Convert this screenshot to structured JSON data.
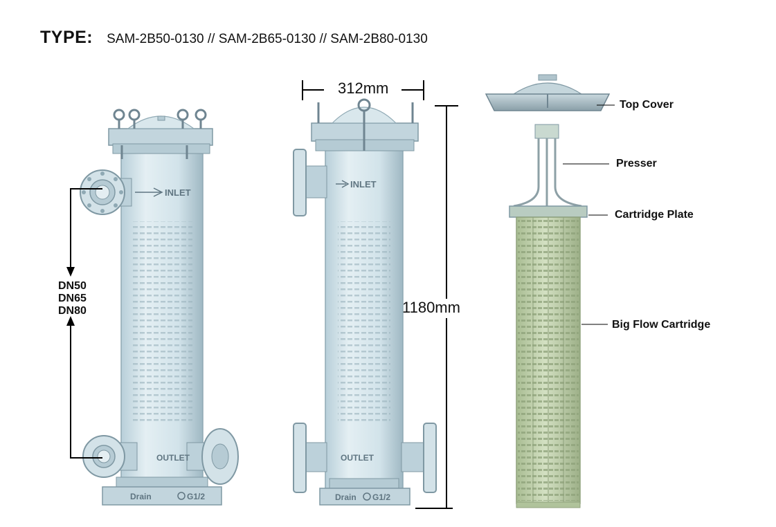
{
  "header": {
    "type_label": "TYPE:",
    "models": "SAM-2B50-0130  // SAM-2B65-0130 // SAM-2B80-0130"
  },
  "dimensions": {
    "width": "312mm",
    "height": "1180mm"
  },
  "connection_sizes": [
    "DN50",
    "DN65",
    "DN80"
  ],
  "housing_markings": {
    "inlet": "INLET",
    "outlet": "OUTLET",
    "drain": "Drain",
    "drain_thread": "G1/2"
  },
  "components": [
    {
      "label": "Top Cover"
    },
    {
      "label": "Presser"
    },
    {
      "label": "Cartridge Plate"
    },
    {
      "label": "Big Flow Cartridge"
    }
  ],
  "colors": {
    "housing": "#c9dde6",
    "housing_edge": "#8fa9b4",
    "cartridge": "#c3d3ae",
    "cartridge_edge": "#8fa27c",
    "cover": "#9bb0b8"
  }
}
